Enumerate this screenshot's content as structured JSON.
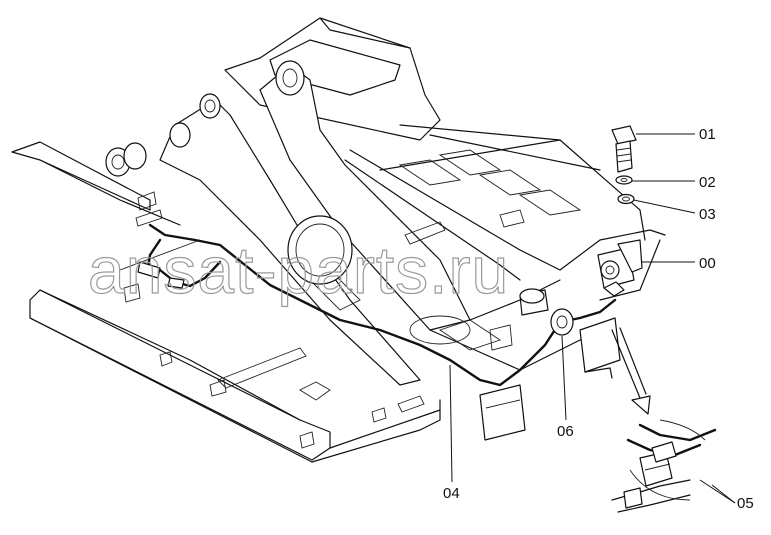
{
  "watermark": "ansat-parts.ru",
  "callouts": [
    {
      "id": "01",
      "label": "01"
    },
    {
      "id": "02",
      "label": "02"
    },
    {
      "id": "03",
      "label": "03"
    },
    {
      "id": "00",
      "label": "00"
    },
    {
      "id": "04",
      "label": "04"
    },
    {
      "id": "05",
      "label": "05"
    },
    {
      "id": "06",
      "label": "06"
    }
  ],
  "colors": {
    "line": "#111111",
    "background": "#ffffff",
    "watermark": "#9a9a9a"
  }
}
